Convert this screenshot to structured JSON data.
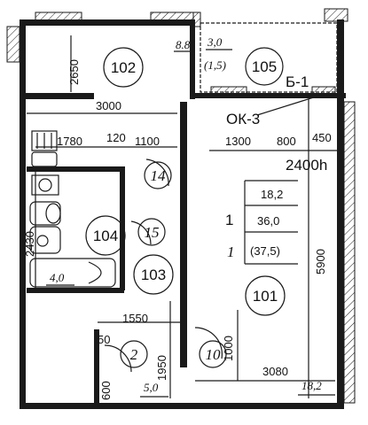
{
  "rooms": {
    "r102": {
      "number": "102",
      "area": "8.8"
    },
    "r105": {
      "number": "105",
      "area": "3,0",
      "area_reduced": "(1,5)"
    },
    "r104": {
      "number": "104",
      "area": "4,0"
    },
    "r103": {
      "number": "103"
    },
    "r101": {
      "number": "101",
      "area": "18,2"
    },
    "r2": {
      "number": "2",
      "area": "5,0"
    }
  },
  "labels": {
    "balcony": "Б-1",
    "window": "ОК-3",
    "height": "2400h",
    "door_14": "14",
    "door_15": "15",
    "door_10": "10"
  },
  "dimensions": {
    "d2650": "2650",
    "d3000": "3000",
    "d1780": "1780",
    "d120": "120",
    "d1100": "1100",
    "d1300": "1300",
    "d800": "800",
    "d450": "450",
    "d2430": "2430",
    "d5900": "5900",
    "d1550": "1550",
    "d50": "50",
    "d1950": "1950",
    "d1000": "1000",
    "d3080": "3080",
    "d600": "600"
  },
  "legend": {
    "room_count": "1",
    "room_count_italic": "1",
    "living_area": "18,2",
    "total_area": "36,0",
    "total_area_balcony": "(37,5)"
  }
}
